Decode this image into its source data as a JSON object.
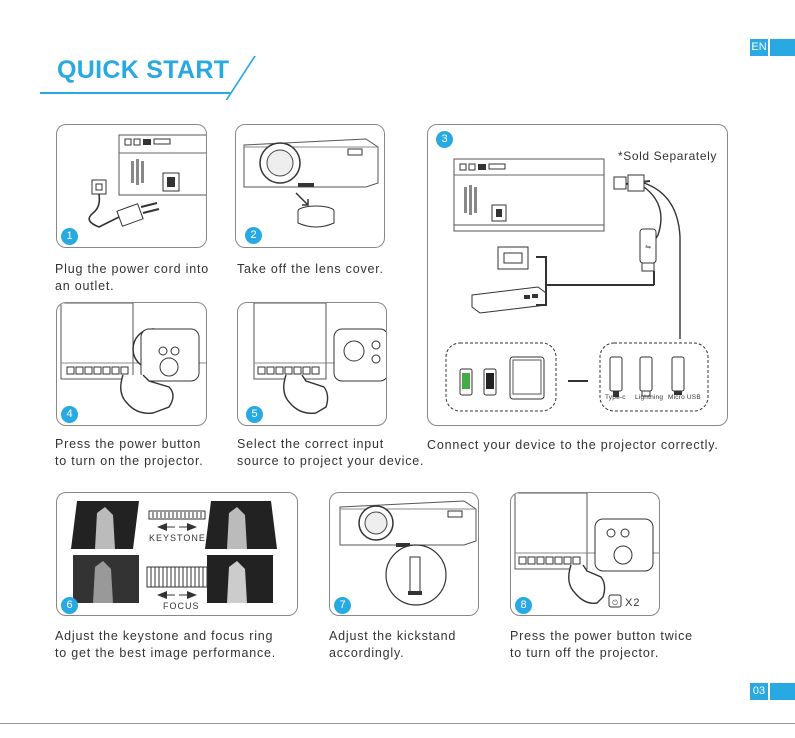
{
  "header": {
    "title": "QUICK START",
    "language": "EN",
    "page_number": "03",
    "accent_color": "#29a9e1"
  },
  "steps": [
    {
      "number": "1",
      "caption_line1": "Plug the power cord into",
      "caption_line2": "an outlet."
    },
    {
      "number": "2",
      "caption_line1": "Take off the lens cover.",
      "caption_line2": ""
    },
    {
      "number": "3",
      "caption_line1": "Connect your device to the projector correctly.",
      "caption_line2": "",
      "note": "*Sold Separately"
    },
    {
      "number": "4",
      "caption_line1": "Press the power button",
      "caption_line2": "to turn on the projector."
    },
    {
      "number": "5",
      "caption_line1": "Select the correct input",
      "caption_line2": "source to project your device."
    },
    {
      "number": "6",
      "caption_line1": "Adjust the keystone and focus ring",
      "caption_line2": "to get the best image performance.",
      "keystone_label": "KEYSTONE",
      "focus_label": "FOCUS"
    },
    {
      "number": "7",
      "caption_line1": "Adjust the kickstand",
      "caption_line2": "accordingly."
    },
    {
      "number": "8",
      "caption_line1": "Press the power button twice",
      "caption_line2": "to turn off the projector.",
      "press_count": "X2"
    }
  ],
  "connectors": [
    "Type-c",
    "Lightning",
    "Micro USB"
  ]
}
